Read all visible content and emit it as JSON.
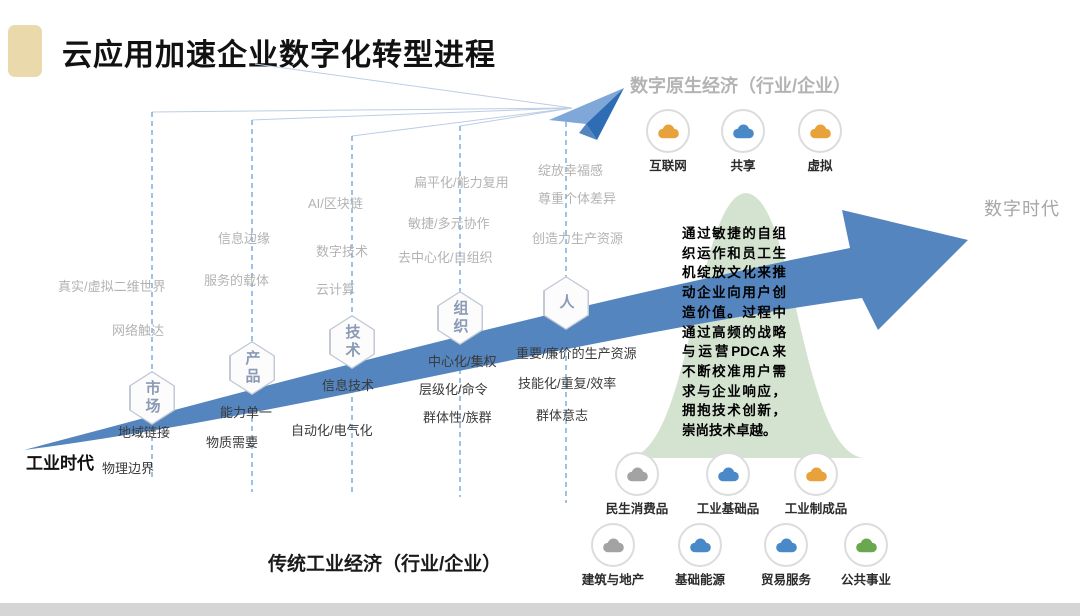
{
  "title": "云应用加速企业数字化转型进程",
  "eras": {
    "industrial": "工业时代",
    "digital": "数字时代"
  },
  "digital_native": {
    "heading": "数字原生经济（行业/企业）",
    "clouds": [
      {
        "label": "互联网",
        "color": "orange"
      },
      {
        "label": "共享",
        "color": "blue"
      },
      {
        "label": "虚拟",
        "color": "orange"
      }
    ]
  },
  "traditional_economy": {
    "heading": "传统工业经济（行业/企业）",
    "clouds_row1": [
      {
        "label": "民生消费品",
        "color": "gray"
      },
      {
        "label": "工业基础品",
        "color": "blue"
      },
      {
        "label": "工业制成品",
        "color": "orange"
      }
    ],
    "clouds_row2": [
      {
        "label": "建筑与地产",
        "color": "gray"
      },
      {
        "label": "基础能源",
        "color": "blue"
      },
      {
        "label": "贸易服务",
        "color": "blue"
      },
      {
        "label": "公共事业",
        "color": "green"
      }
    ]
  },
  "stages": [
    {
      "name": "市场",
      "digital_traits": [
        "真实/虚拟二维世界",
        "网络触达"
      ],
      "industrial_traits": [
        "地域链接",
        "物理边界"
      ]
    },
    {
      "name": "产品",
      "digital_traits": [
        "信息边缘",
        "服务的载体"
      ],
      "industrial_traits": [
        "能力单一",
        "物质需要"
      ]
    },
    {
      "name": "技术",
      "digital_traits": [
        "AI/区块链",
        "数字技术",
        "云计算"
      ],
      "industrial_traits": [
        "信息技术",
        "自动化/电气化"
      ]
    },
    {
      "name": "组织",
      "digital_traits": [
        "扁平化/能力复用",
        "敏捷/多元协作",
        "去中心化/自组织"
      ],
      "industrial_traits": [
        "中心化/集权",
        "层级化/命令",
        "群体性/族群"
      ]
    },
    {
      "name": "人",
      "digital_traits": [
        "绽放幸福感",
        "尊重个体差异",
        "创造力生产资源"
      ],
      "industrial_traits": [
        "重要/廉价的生产资源",
        "技能化/重复/效率",
        "群体意志"
      ]
    }
  ],
  "callout": "通过敏捷的自组织运作和员工生机绽放文化来推动企业向用户创造价值。过程中通过高频的战略与运营PDCA来不断校准用户需求与企业响应，拥抱技术创新，崇尚技术卓越。",
  "colors": {
    "accent_beige": "#ead9ab",
    "arrow_blue": "#5585be",
    "dash_blue": "#5b9bd5",
    "gray_label": "#b3b3b3",
    "dark_label": "#3a3a3a",
    "hex_label": "#8a9ab5",
    "bell_green": "#cfe0cb",
    "cloud_orange": "#e8a23c",
    "cloud_blue": "#4a89c8",
    "cloud_gray": "#a3a3a3",
    "cloud_green": "#6aa84f",
    "ring_gray": "#dcdcdc",
    "footer_gray": "#d5d5d5"
  }
}
